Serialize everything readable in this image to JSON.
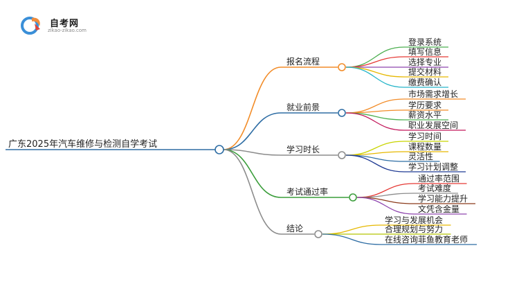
{
  "logo": {
    "title": "自考网",
    "url": "zikao-zikao.com",
    "colors": {
      "orange": "#f08c3c",
      "blue": "#3a8fd8",
      "red": "#e0453a"
    }
  },
  "root": {
    "label": "广东2025年汽车维修与检测自学考试"
  },
  "branches": [
    {
      "label": "报名流程",
      "color": "#f28c28",
      "children": [
        {
          "label": "登录系统",
          "color": "#4caf50"
        },
        {
          "label": "填写信息",
          "color": "#e53935"
        },
        {
          "label": "选择专业",
          "color": "#8e44ad"
        },
        {
          "label": "提交材料",
          "color": "#e6b800"
        },
        {
          "label": "缴费确认",
          "color": "#26b5c9"
        }
      ]
    },
    {
      "label": "就业前景",
      "color": "#2e6da4",
      "children": [
        {
          "label": "市场需求增长",
          "color": "#f28c28"
        },
        {
          "label": "学历要求",
          "color": "#f28c28"
        },
        {
          "label": "薪资水平",
          "color": "#4caf50"
        },
        {
          "label": "职业发展空间",
          "color": "#c2185b"
        }
      ]
    },
    {
      "label": "学习时长",
      "color": "#8c8c8c",
      "children": [
        {
          "label": "学习时间",
          "color": "#c8d400"
        },
        {
          "label": "课程数量",
          "color": "#e6b800"
        },
        {
          "label": "灵活性",
          "color": "#2e6da4"
        },
        {
          "label": "学习计划调整",
          "color": "#1f3a93"
        }
      ]
    },
    {
      "label": "考试通过率",
      "color": "#3a9d3a",
      "children": [
        {
          "label": "通过率范围",
          "color": "#e53935"
        },
        {
          "label": "考试难度",
          "color": "#8c8c8c"
        },
        {
          "label": "学习能力提升",
          "color": "#8b3a1a"
        },
        {
          "label": "文凭含金量",
          "color": "#8e44ad"
        }
      ]
    },
    {
      "label": "结论",
      "color": "#8c8c8c",
      "children": [
        {
          "label": "学习与发展机会",
          "color": "#e6b800"
        },
        {
          "label": "合理规划与努力",
          "color": "#b5c400"
        },
        {
          "label": "在线咨询菲鱼教育老师",
          "color": "#2e6da4"
        }
      ]
    }
  ]
}
